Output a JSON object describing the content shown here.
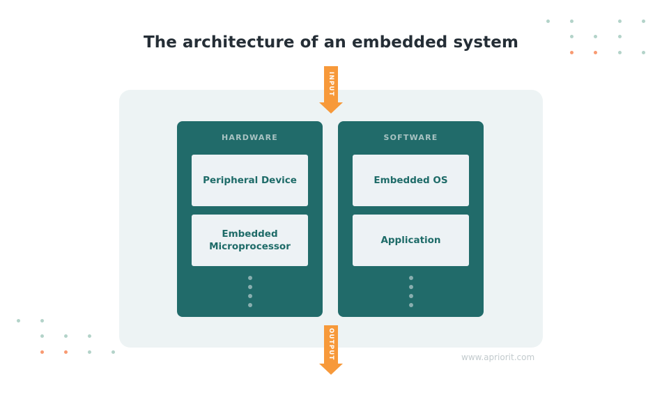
{
  "title": "The architecture of an embedded system",
  "input_label": "INPUT",
  "output_label": "OUTPUT",
  "columns": [
    {
      "heading": "HARDWARE",
      "items": [
        "Peripheral Device",
        "Embedded Microprocessor"
      ],
      "more_indicator_dots": 4
    },
    {
      "heading": "SOFTWARE",
      "items": [
        "Embedded OS",
        "Application"
      ],
      "more_indicator_dots": 4
    }
  ],
  "watermark": "www.apriorit.com",
  "colors": {
    "title": "#252e36",
    "column_bg": "#216b6a",
    "card_bg": "#edf2f5",
    "card_text": "#1e6b68",
    "panel_bg": "#edf3f4",
    "arrow": "#f7993a",
    "deco_green": "#b3d3c9",
    "deco_orange": "#f89a72"
  }
}
